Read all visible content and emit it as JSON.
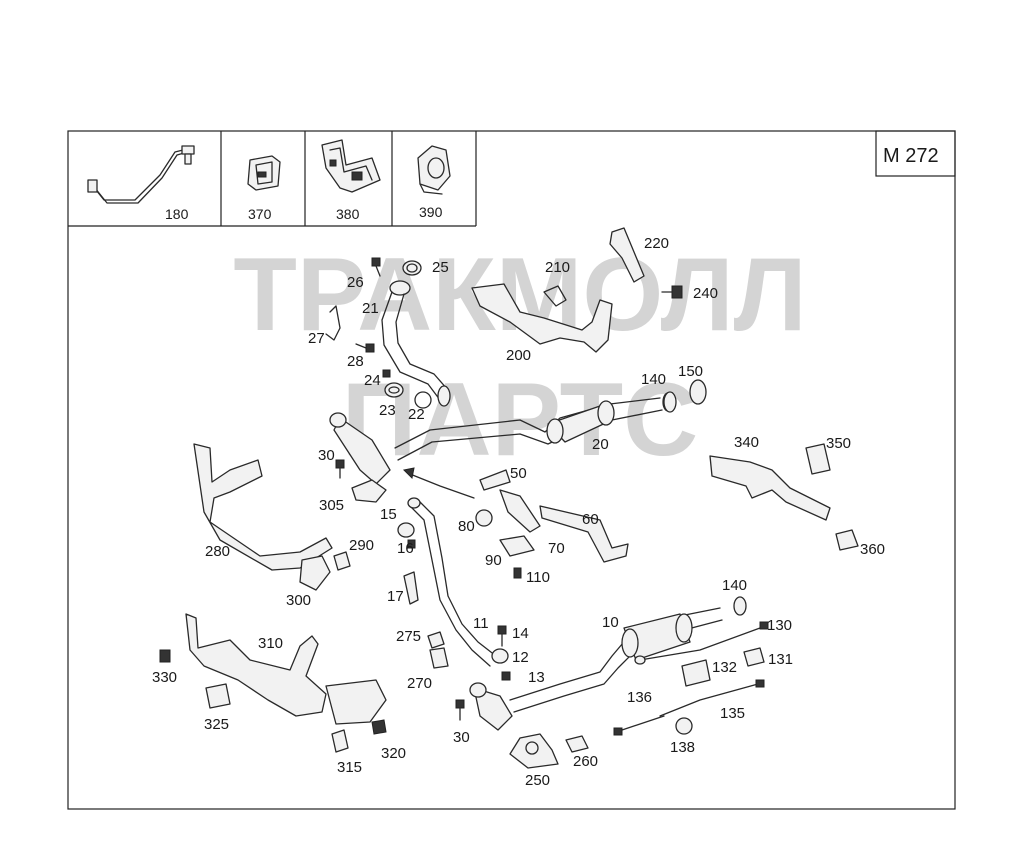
{
  "model_code": "M 272",
  "watermark": {
    "line1": "ТРАКМОЛЛ",
    "line2": "ПАРТС",
    "color": "#d4d4d4"
  },
  "inset_labels": [
    "180",
    "370",
    "380",
    "390"
  ],
  "callouts": {
    "c10": "10",
    "c11": "11",
    "c12": "12",
    "c13": "13",
    "c14": "14",
    "c15": "15",
    "c16": "16",
    "c17": "17",
    "c20": "20",
    "c21": "21",
    "c22": "22",
    "c23": "23",
    "c24": "24",
    "c25": "25",
    "c26": "26",
    "c27": "27",
    "c28": "28",
    "c30a": "30",
    "c30b": "30",
    "c50": "50",
    "c60": "60",
    "c70": "70",
    "c80": "80",
    "c90": "90",
    "c110": "110",
    "c130": "130",
    "c131": "131",
    "c132": "132",
    "c135": "135",
    "c136": "136",
    "c138": "138",
    "c140a": "140",
    "c140b": "140",
    "c150": "150",
    "c200": "200",
    "c210": "210",
    "c220": "220",
    "c240": "240",
    "c250": "250",
    "c260": "260",
    "c270": "270",
    "c275": "275",
    "c280": "280",
    "c290": "290",
    "c300": "300",
    "c305": "305",
    "c310": "310",
    "c315": "315",
    "c320": "320",
    "c325": "325",
    "c330": "330",
    "c340": "340",
    "c350": "350",
    "c360": "360"
  }
}
